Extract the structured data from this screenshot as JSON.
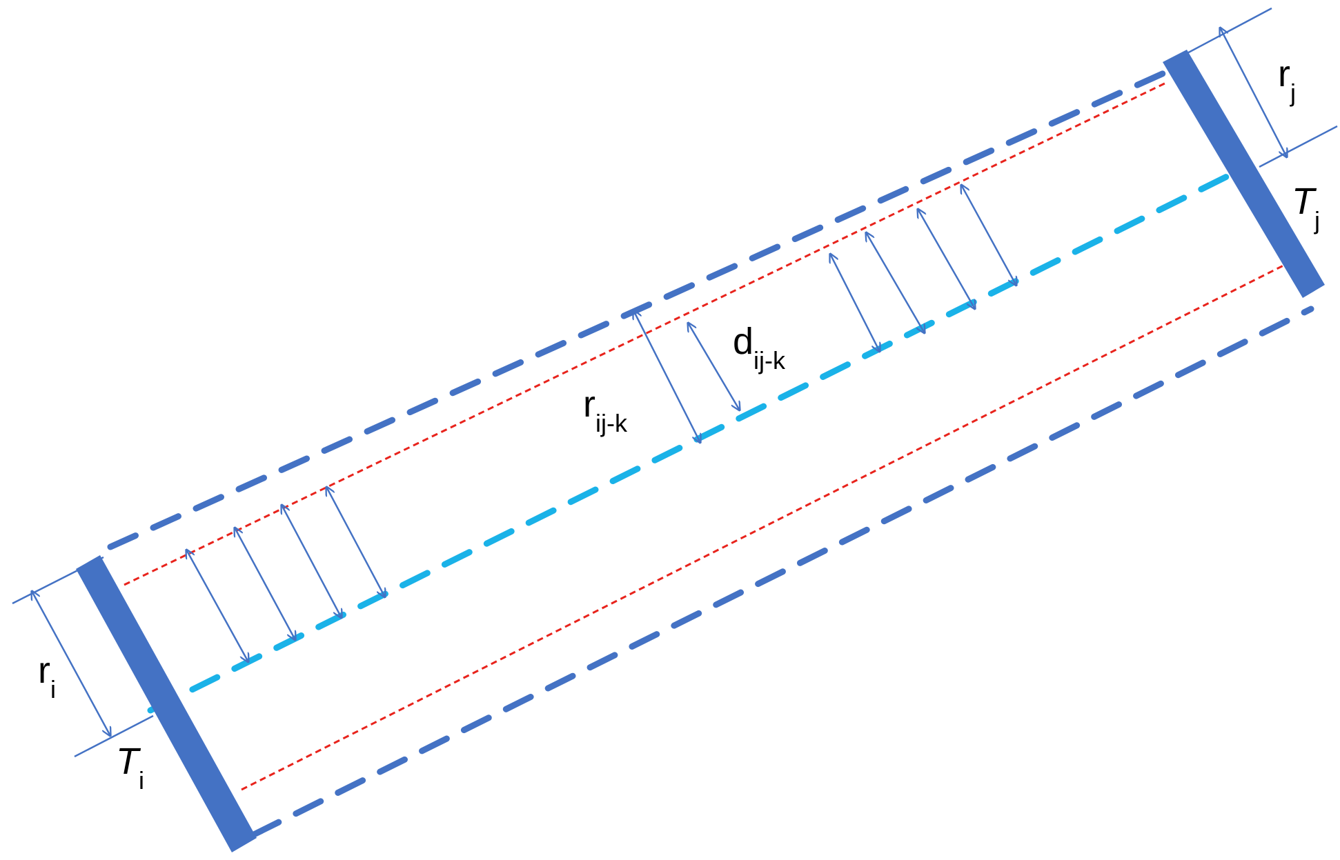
{
  "colors": {
    "tower": "#4472c4",
    "corridor_edge": "#4472c4",
    "center_line": "#1ab2e8",
    "buffer_line": "#e8231c",
    "arrow": "#4472c4",
    "label": "#000000"
  },
  "labels": {
    "r_i": {
      "main": "r",
      "sub": "i"
    },
    "T_i": {
      "main": "T",
      "sub": "i"
    },
    "r_j": {
      "main": "r",
      "sub": "j"
    },
    "T_j": {
      "main": "T",
      "sub": "j"
    },
    "d_ijk": {
      "main": "d",
      "sub": "ij-k"
    },
    "r_ijk": {
      "main": "r",
      "sub": "ij-k"
    }
  }
}
